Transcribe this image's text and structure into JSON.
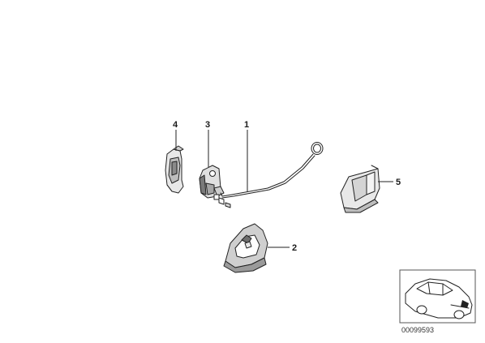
{
  "callouts": {
    "part_1": "1",
    "part_2": "2",
    "part_3": "3",
    "part_4": "4",
    "part_5": "5"
  },
  "reference_code": "00099593",
  "colors": {
    "line": "#222222",
    "fill_light": "#e6e6e6",
    "fill_mid": "#bdbdbd",
    "fill_dark": "#7a7a7a",
    "thumb_border": "#555555"
  },
  "icons": {
    "car_thumbnail": "car-silhouette-icon"
  }
}
